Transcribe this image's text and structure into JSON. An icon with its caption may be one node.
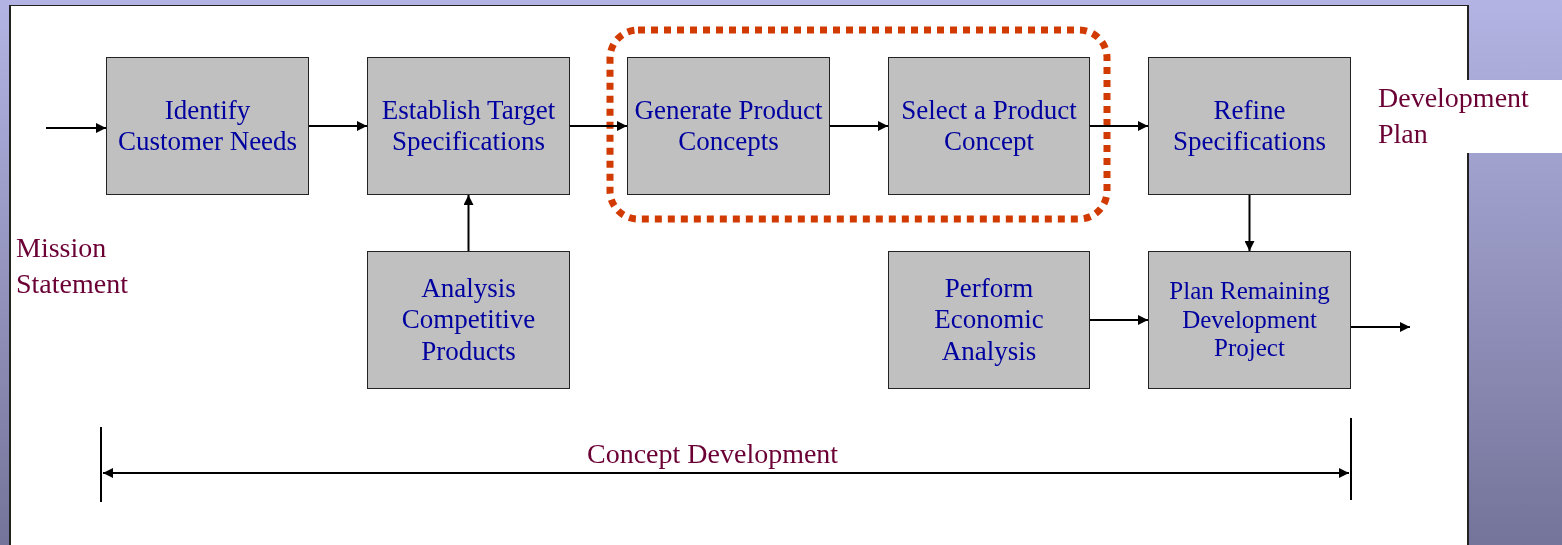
{
  "diagram": {
    "nodes": [
      {
        "text": [
          "Identify Customer Needs"
        ]
      },
      {
        "text": [
          "Establish Target Specifications"
        ]
      },
      {
        "text": [
          "Generate Product Concepts"
        ]
      },
      {
        "text": [
          "Select a Product Concept"
        ]
      },
      {
        "text": [
          "Refine Specifications"
        ]
      },
      {
        "text": [
          "Analysis Competitive Products"
        ]
      },
      {
        "text": [
          "Perform Economic Analysis"
        ]
      },
      {
        "text": [
          "Plan Remaining Development Project"
        ]
      }
    ],
    "edges": [
      {
        "from": null,
        "to": 0,
        "arrow": "to"
      },
      {
        "from": 0,
        "to": 1,
        "arrow": "to"
      },
      {
        "from": 1,
        "to": 2,
        "arrow": "to"
      },
      {
        "from": 2,
        "to": 3,
        "arrow": "to"
      },
      {
        "from": 3,
        "to": 4,
        "arrow": "to"
      },
      {
        "from": 5,
        "to": 1,
        "arrow": "to"
      },
      {
        "from": 4,
        "to": 7,
        "arrow": "to"
      },
      {
        "from": 6,
        "to": 7,
        "arrow": "to"
      },
      {
        "from": 7,
        "to": null,
        "arrow": "to"
      }
    ],
    "labels": [
      "Development Plan",
      "Mission Statement",
      "Concept Development"
    ]
  }
}
